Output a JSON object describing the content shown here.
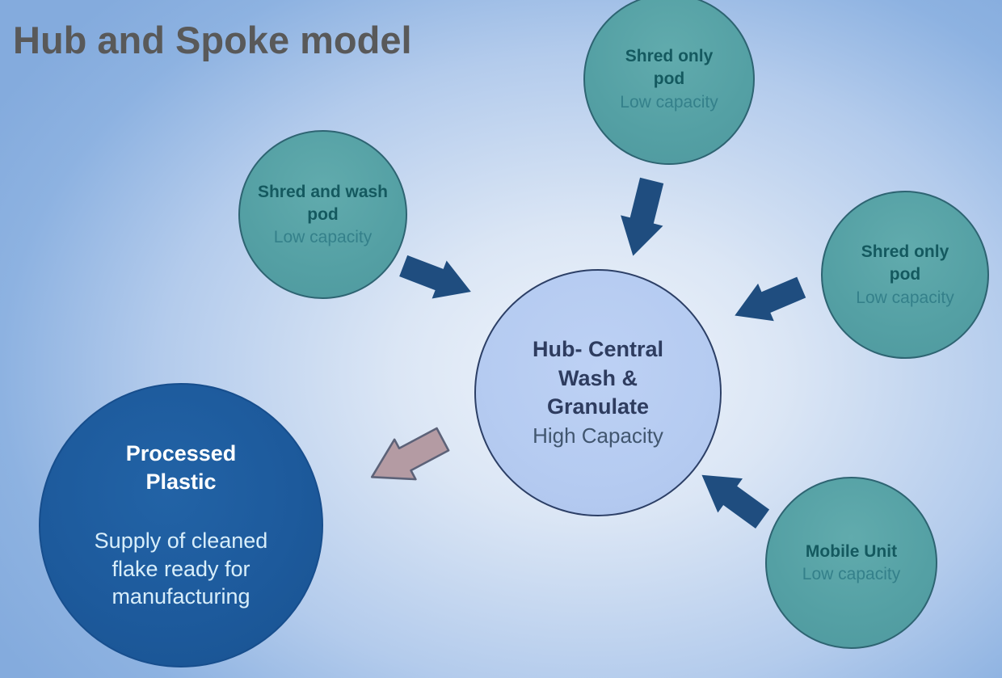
{
  "slide_title": "Hub and Spoke model",
  "colors": {
    "background_center": "#eff4fb",
    "background_edge": "#84abdd",
    "pod_fill": "#55a2a6",
    "pod_border": "#2e6472",
    "pod_title_text": "#14595f",
    "pod_subtitle_text": "#34808a",
    "hub_fill": "#b7ccf2",
    "hub_border": "#2c3f66",
    "hub_title_text": "#2e3c5f",
    "hub_subtitle_text": "#41566f",
    "processed_fill": "#1e5b9e",
    "processed_title_text": "#ffffff",
    "processed_body_text": "#d8eefa",
    "inbound_arrow_fill": "#1f4d7f",
    "outbound_arrow_fill": "#b49ba3",
    "outbound_arrow_stroke": "#5c6278",
    "slide_title_text": "#595959"
  },
  "nodes": {
    "top_pod": {
      "id": "shred-only-pod-top",
      "title": "Shred only\npod",
      "subtitle": "Low capacity"
    },
    "left_pod": {
      "id": "shred-and-wash-pod",
      "title": "Shred and wash\npod",
      "subtitle": "Low capacity"
    },
    "right_pod": {
      "id": "shred-only-pod-right",
      "title": "Shred only\npod",
      "subtitle": "Low capacity"
    },
    "mobile_pod": {
      "id": "mobile-unit",
      "title": "Mobile Unit",
      "subtitle": "Low capacity"
    },
    "hub": {
      "id": "hub",
      "title": "Hub- Central\nWash &\nGranulate",
      "subtitle": "High Capacity"
    },
    "processed": {
      "id": "processed-plastic",
      "title": "Processed\nPlastic",
      "body": "Supply of cleaned\nflake ready for\nmanufacturing"
    }
  },
  "edges": [
    {
      "from": "shred-only-pod-top",
      "to": "hub",
      "style": "navy-block-arrow"
    },
    {
      "from": "shred-and-wash-pod",
      "to": "hub",
      "style": "navy-block-arrow"
    },
    {
      "from": "shred-only-pod-right",
      "to": "hub",
      "style": "navy-block-arrow"
    },
    {
      "from": "mobile-unit",
      "to": "hub",
      "style": "navy-block-arrow"
    },
    {
      "from": "hub",
      "to": "processed-plastic",
      "style": "mauve-outlined-block-arrow"
    }
  ]
}
